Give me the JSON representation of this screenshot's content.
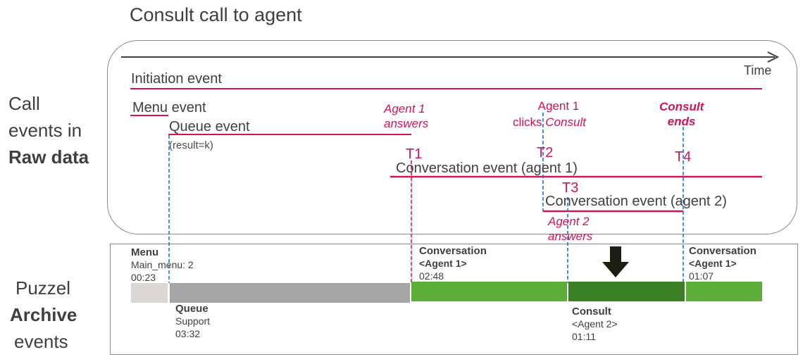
{
  "title": "Consult call to agent",
  "side_raw": {
    "line1": "Call",
    "line2": "events in",
    "line3": "Raw data"
  },
  "side_archive": {
    "line1": "Puzzel",
    "line2": "Archive",
    "line3": "events"
  },
  "colors": {
    "pink": "#d1145a",
    "blue_dash": "#1f6fd1",
    "menu_seg": "#d9d6d3",
    "queue_seg": "#a6a6a6",
    "conv_seg": "#5cad3a",
    "consult_seg": "#3a7f23",
    "arrow": "#1a1f12"
  },
  "raw": {
    "time_label": "Time",
    "initiation": "Initiation event",
    "menu": "Menu event",
    "queue": "Queue event",
    "queue_result": "(result=k)",
    "conv1": "Conversation event (agent 1)",
    "conv2_a": "Conversation event",
    "conv2_b": " (agent 2)",
    "agent1_answers_1": "Agent 1",
    "agent1_answers_2": "answers",
    "agent1_clicks_1": "Agent 1",
    "agent1_clicks_2": "clicks ",
    "agent1_clicks_3": "Consult",
    "consult_ends_1": "Consult",
    "consult_ends_2": "ends",
    "agent2_answers_1": "Agent 2",
    "agent2_answers_2": "answers",
    "t1": "T1",
    "t2": "T2",
    "t3": "T3",
    "t4": "T4"
  },
  "archive": {
    "menu": {
      "head": "Menu",
      "sub": "Main_menu: 2",
      "time": "00:23"
    },
    "queue": {
      "head": "Queue",
      "sub": "Support",
      "time": "03:32"
    },
    "conv1": {
      "head": "Conversation",
      "agent": "<Agent 1>",
      "time": "02:48"
    },
    "consult": {
      "head": "Consult",
      "agent": "<Agent 2>",
      "time": "01:11"
    },
    "conv2": {
      "head": "Conversation",
      "agent": "<Agent 1>",
      "time": "01:07"
    }
  }
}
